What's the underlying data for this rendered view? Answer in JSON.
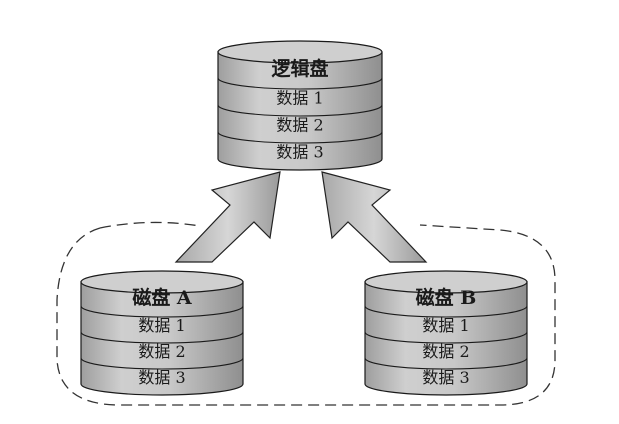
{
  "logical_disk": {
    "title": "逻辑盘",
    "rows": [
      "数据 1",
      "数据 2",
      "数据 3"
    ]
  },
  "disk_a": {
    "title": "磁盘 A",
    "rows": [
      "数据 1",
      "数据 2",
      "数据 3"
    ]
  },
  "disk_b": {
    "title": "磁盘 B",
    "rows": [
      "数据 1",
      "数据 2",
      "数据 3"
    ]
  },
  "colors": {
    "cylinder_fill": "#bdbdbd",
    "cylinder_top": "#cfcfcf",
    "stroke": "#1a1a1a",
    "arrow_fill": "#c4c4c4"
  }
}
